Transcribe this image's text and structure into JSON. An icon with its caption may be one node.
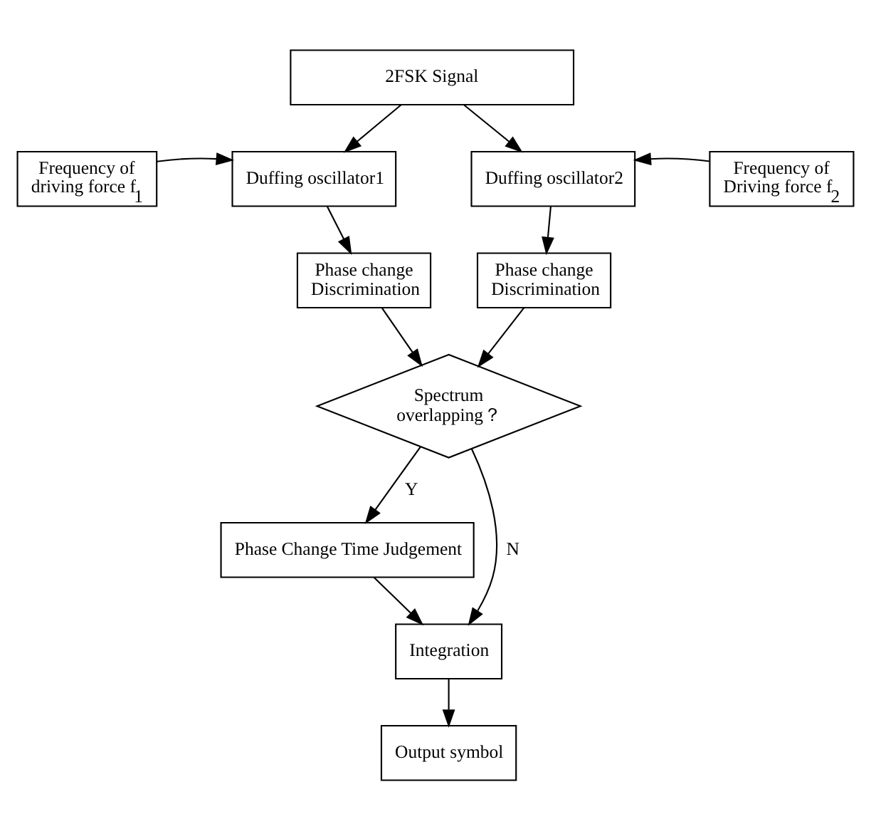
{
  "diagram": {
    "nodes": [
      {
        "text": [
          "2FSK Signal"
        ]
      },
      {
        "text": [
          "Frequency of driving force f$_{1}$"
        ]
      },
      {
        "text": [
          "Duffing oscillator1"
        ]
      },
      {
        "text": [
          "Duffing oscillator2"
        ]
      },
      {
        "text": [
          "Frequency of Driving force f$_{2}$"
        ]
      },
      {
        "text": [
          "Phase change Discrimination"
        ]
      },
      {
        "text": [
          "Phase change Discrimination"
        ]
      },
      {
        "text": [
          "Spectrum overlapping？"
        ]
      },
      {
        "text": [
          "Phase Change Time Judgement"
        ]
      },
      {
        "text": [
          "Integration"
        ]
      },
      {
        "text": [
          "Output symbol"
        ]
      }
    ],
    "edges": [
      {
        "from": 0,
        "to": 2,
        "arrow": "to"
      },
      {
        "from": 0,
        "to": 3,
        "arrow": "to"
      },
      {
        "from": 1,
        "to": 2,
        "arrow": "to"
      },
      {
        "from": 4,
        "to": 3,
        "arrow": "to"
      },
      {
        "from": 2,
        "to": 5,
        "arrow": "to"
      },
      {
        "from": 3,
        "to": 6,
        "arrow": "to"
      },
      {
        "from": 5,
        "to": 7,
        "arrow": "to"
      },
      {
        "from": 6,
        "to": 7,
        "arrow": "to"
      },
      {
        "from": 7,
        "to": 8,
        "arrow": "to",
        "label": "Y"
      },
      {
        "from": 7,
        "to": 9,
        "arrow": "to",
        "label": "N"
      },
      {
        "from": 8,
        "to": 9,
        "arrow": "to"
      },
      {
        "from": 9,
        "to": 10,
        "arrow": "to"
      }
    ]
  }
}
